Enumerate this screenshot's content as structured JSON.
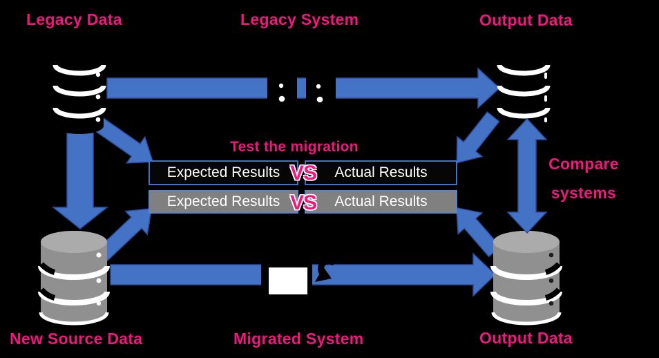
{
  "title": "Data migration testing diagram",
  "colors": {
    "background": "#000000",
    "accent_pink": "#F0187E",
    "arrow_blue": "#4472C4",
    "arrow_border": "#2B4F9E",
    "box_gray": "#808080",
    "box_border_blue": "#4472C4",
    "text_white": "#FFFFFF"
  },
  "labels": {
    "legacy_data": "Legacy Data",
    "legacy_system": "Legacy System",
    "output_data_top": "Output Data",
    "compare_line1": "Compare",
    "compare_line2": "systems",
    "new_source_data": "New Source Data",
    "migrated_system": "Migrated System",
    "output_data_bottom": "Output Data"
  },
  "comparison": {
    "heading": "Test the migration",
    "rows": [
      {
        "left": "Expected Results",
        "versus": "VS",
        "right": "Actual Results",
        "style": "dark"
      },
      {
        "left": "Expected Results",
        "versus": "VS",
        "right": "Actual Results",
        "style": "gray"
      }
    ]
  },
  "icons": {
    "legacy_database": "database-icon",
    "legacy_system": "server-icon",
    "output_database_top": "database-icon",
    "new_source_database": "database-icon",
    "migrated_system_screen": "monitor-icon",
    "migrated_system_refresh": "refresh-arrow-icon",
    "output_database_bottom": "database-icon",
    "compare_link": "double-headed-arrow-icon"
  }
}
